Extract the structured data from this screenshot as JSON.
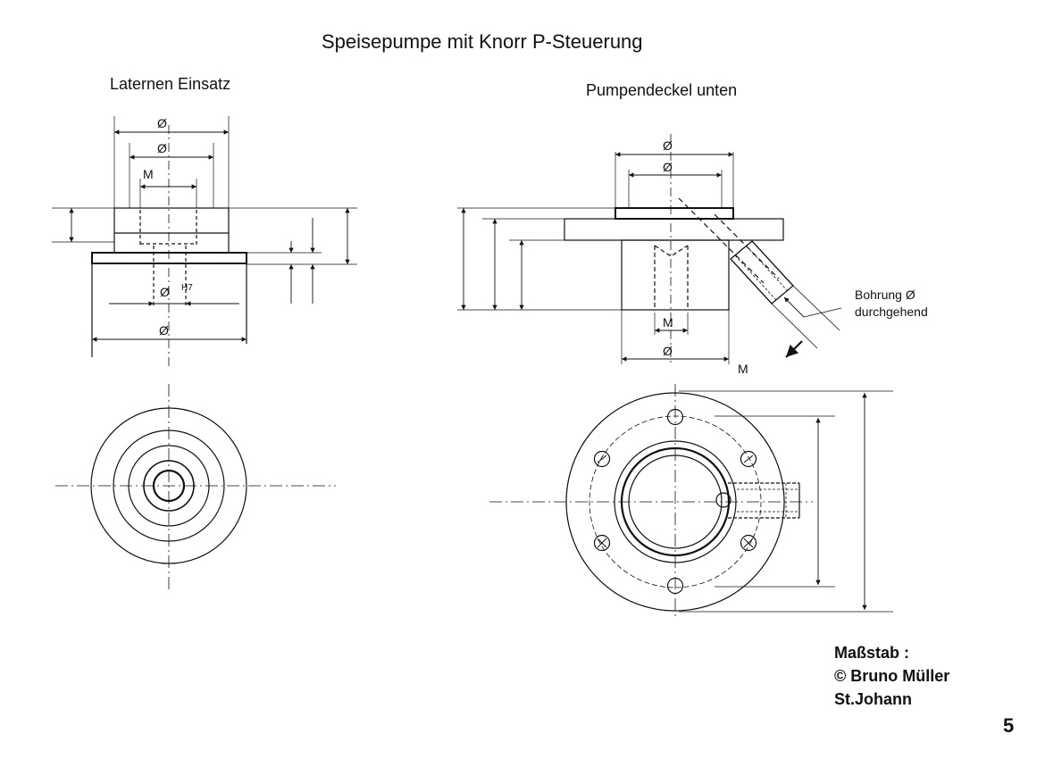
{
  "title": "Speisepumpe mit Knorr P-Steuerung",
  "views": {
    "left_label": "Laternen Einsatz",
    "right_label": "Pumpendeckel unten"
  },
  "annotations": {
    "bohrung_line1": "Bohrung Ø",
    "bohrung_line2": "durchgehend",
    "dia": "Ø",
    "thread": "M",
    "fit": "H7"
  },
  "footer": {
    "scale": "Maßstab    :",
    "copyright": "©  Bruno Müller",
    "location": "St.Johann"
  },
  "page_number": "5"
}
